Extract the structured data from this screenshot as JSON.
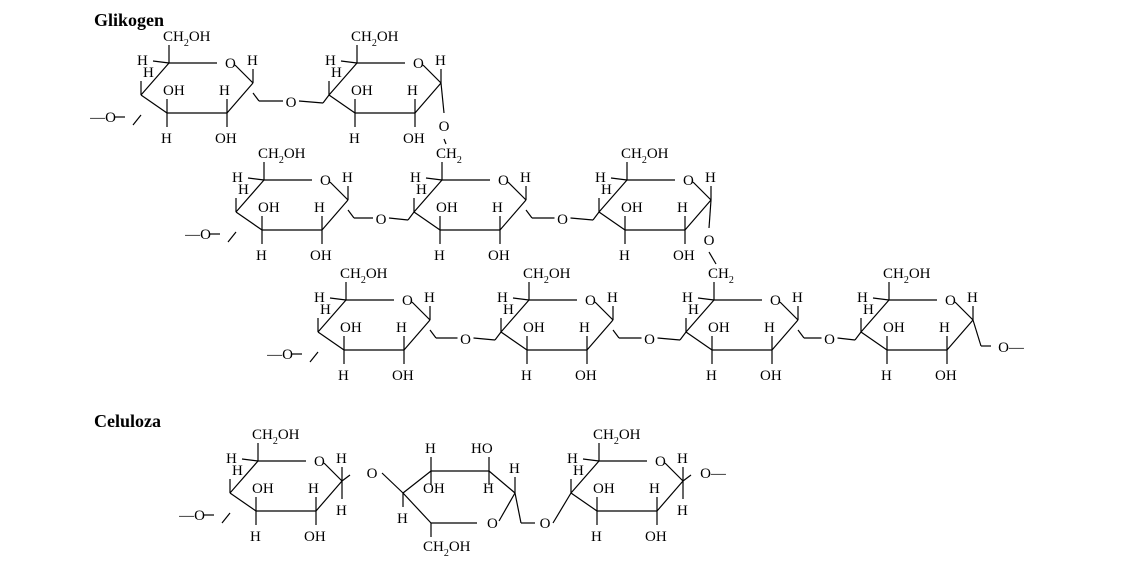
{
  "titles": {
    "glycogen": "Glikogen",
    "cellulose": "Celuloza"
  },
  "labels": {
    "ch2oh_main": "CH",
    "ch2oh_sub": "2",
    "ch2oh_tail": "OH",
    "ch2_main": "CH",
    "ch2_sub": "2",
    "o": "O",
    "h": "H",
    "oh": "OH",
    "ho": "HO",
    "terminal_left": "—O",
    "terminal_right": "O—"
  },
  "colors": {
    "ink": "#000000",
    "background": "#ffffff"
  }
}
